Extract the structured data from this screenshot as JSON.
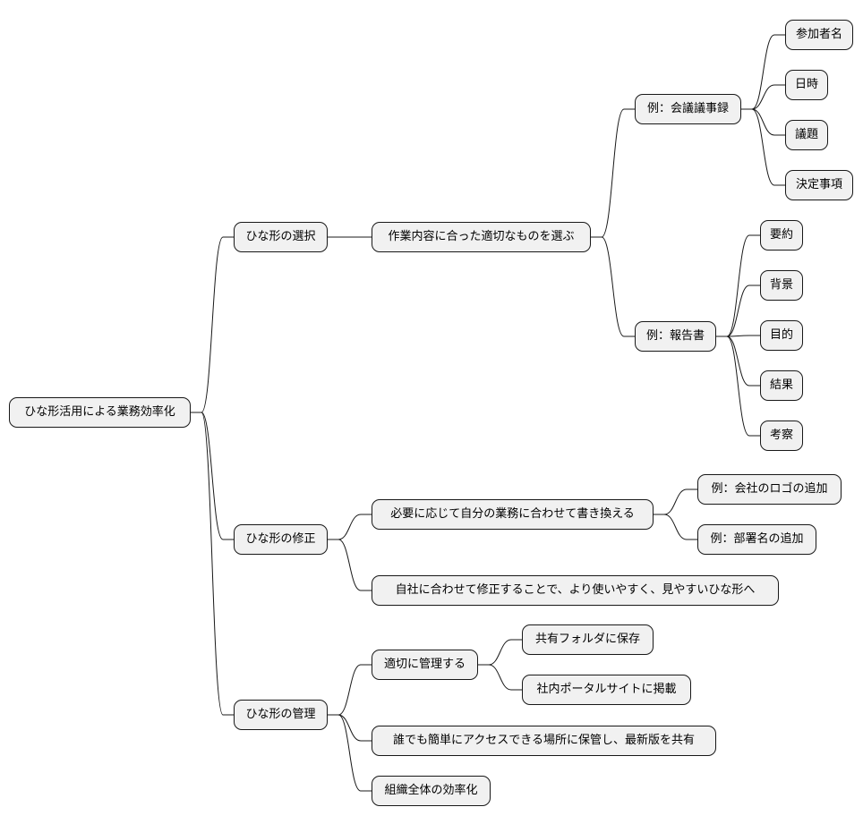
{
  "root": "ひな形活用による業務効率化",
  "branches": {
    "selection": {
      "label": "ひな形の選択",
      "child": "作業内容に合った適切なものを選ぶ",
      "example_minutes": {
        "label": "例：会議議事録",
        "items": [
          "参加者名",
          "日時",
          "議題",
          "決定事項"
        ]
      },
      "example_report": {
        "label": "例：報告書",
        "items": [
          "要約",
          "背景",
          "目的",
          "結果",
          "考察"
        ]
      }
    },
    "modification": {
      "label": "ひな形の修正",
      "rewrite": "必要に応じて自分の業務に合わせて書き換える",
      "rewrite_examples": [
        "例：会社のロゴの追加",
        "例：部署名の追加"
      ],
      "benefit": "自社に合わせて修正することで、より使いやすく、見やすいひな形へ"
    },
    "management": {
      "label": "ひな形の管理",
      "manage": "適切に管理する",
      "manage_items": [
        "共有フォルダに保存",
        "社内ポータルサイトに掲載"
      ],
      "access": "誰でも簡単にアクセスできる場所に保管し、最新版を共有",
      "efficiency": "組織全体の効率化"
    }
  }
}
